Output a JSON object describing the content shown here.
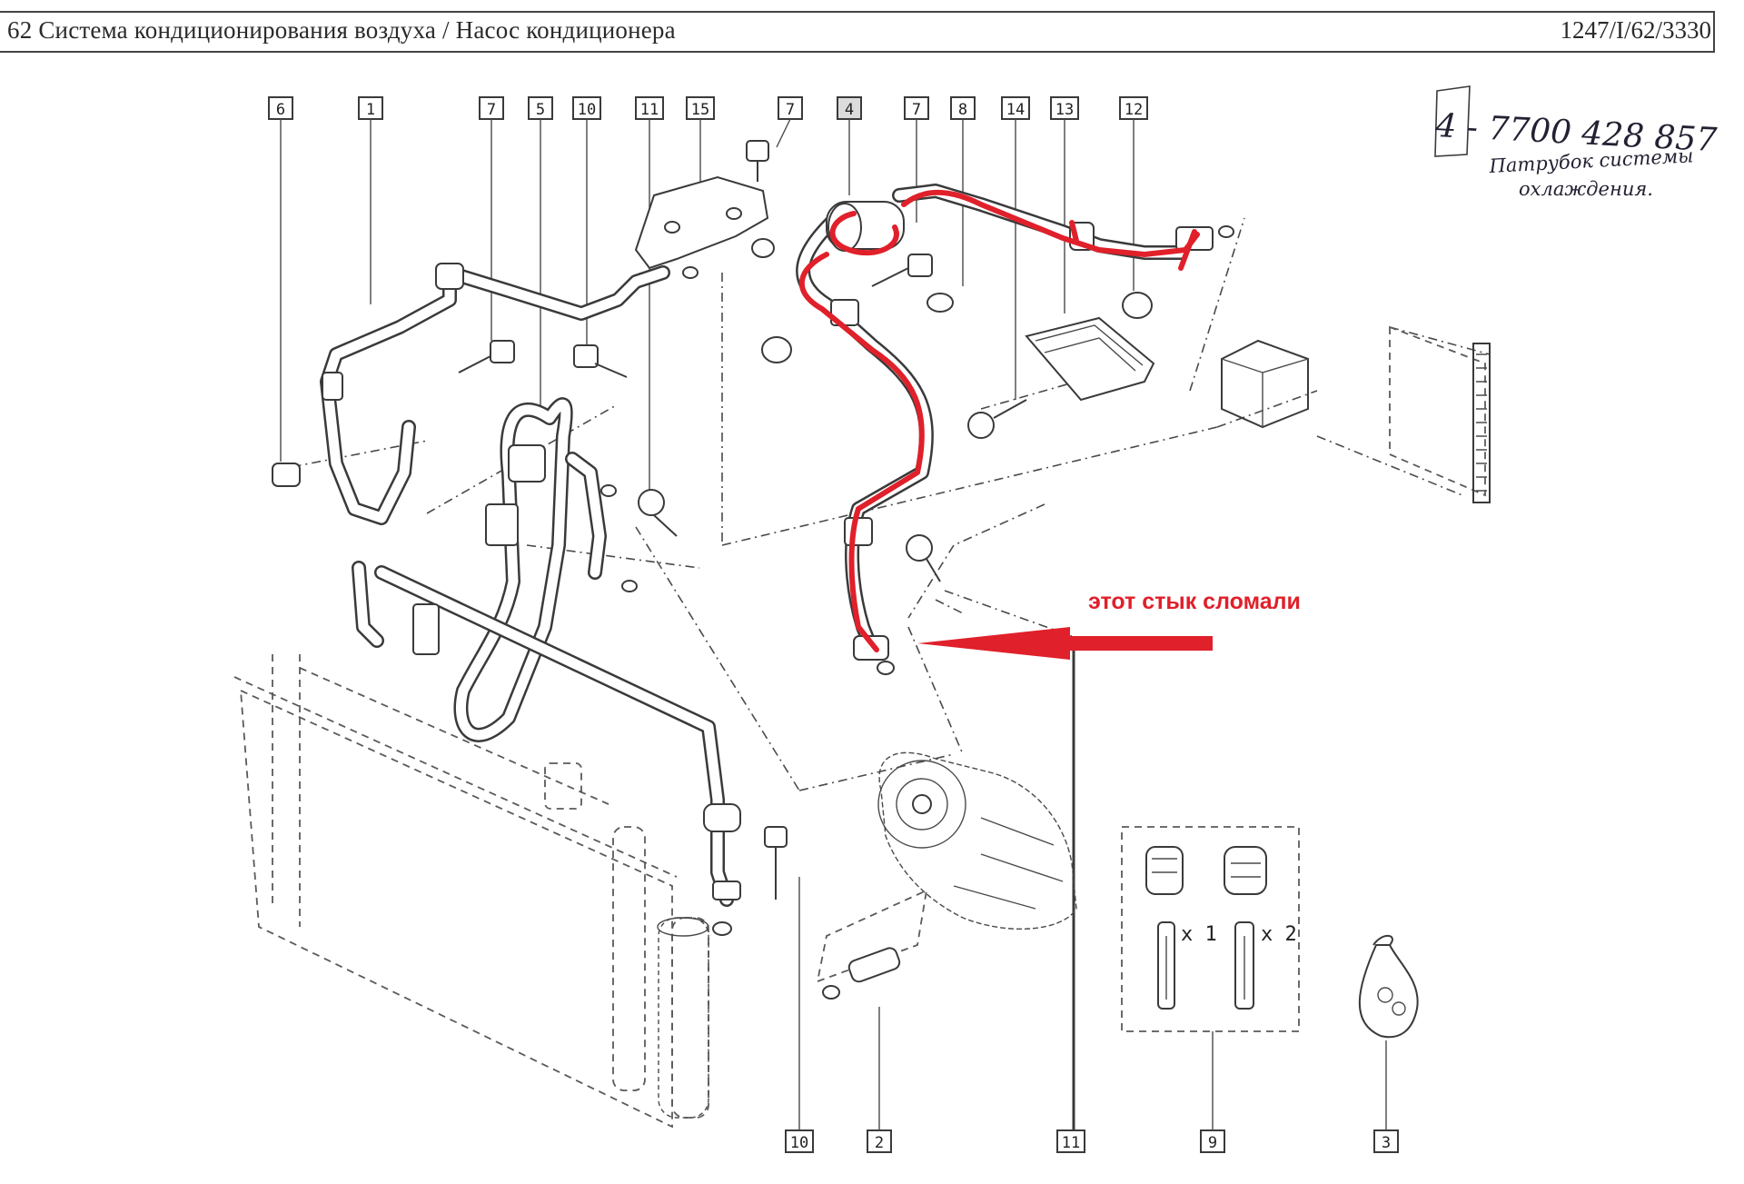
{
  "header": {
    "title": "62 Система кондиционирования воздуха / Насос кондиционера",
    "code": "1247/I/62/3330"
  },
  "callouts": {
    "top": [
      "6",
      "1",
      "7",
      "5",
      "10",
      "11",
      "15",
      "7",
      "4",
      "7",
      "8",
      "14",
      "13",
      "12"
    ],
    "bottom": [
      "10",
      "2",
      "11",
      "9",
      "3"
    ]
  },
  "quantity_labels": [
    "x 1",
    "x 2"
  ],
  "handwritten_note": {
    "part_number": "4 - 7700 428 857",
    "line1": "Патрубок системы",
    "line2": "охлаждения."
  },
  "annotation": {
    "text": "этот стык сломали",
    "color": "#e0202a"
  },
  "colors": {
    "ink": "#3a3a3a",
    "highlight": "#e0202a"
  }
}
